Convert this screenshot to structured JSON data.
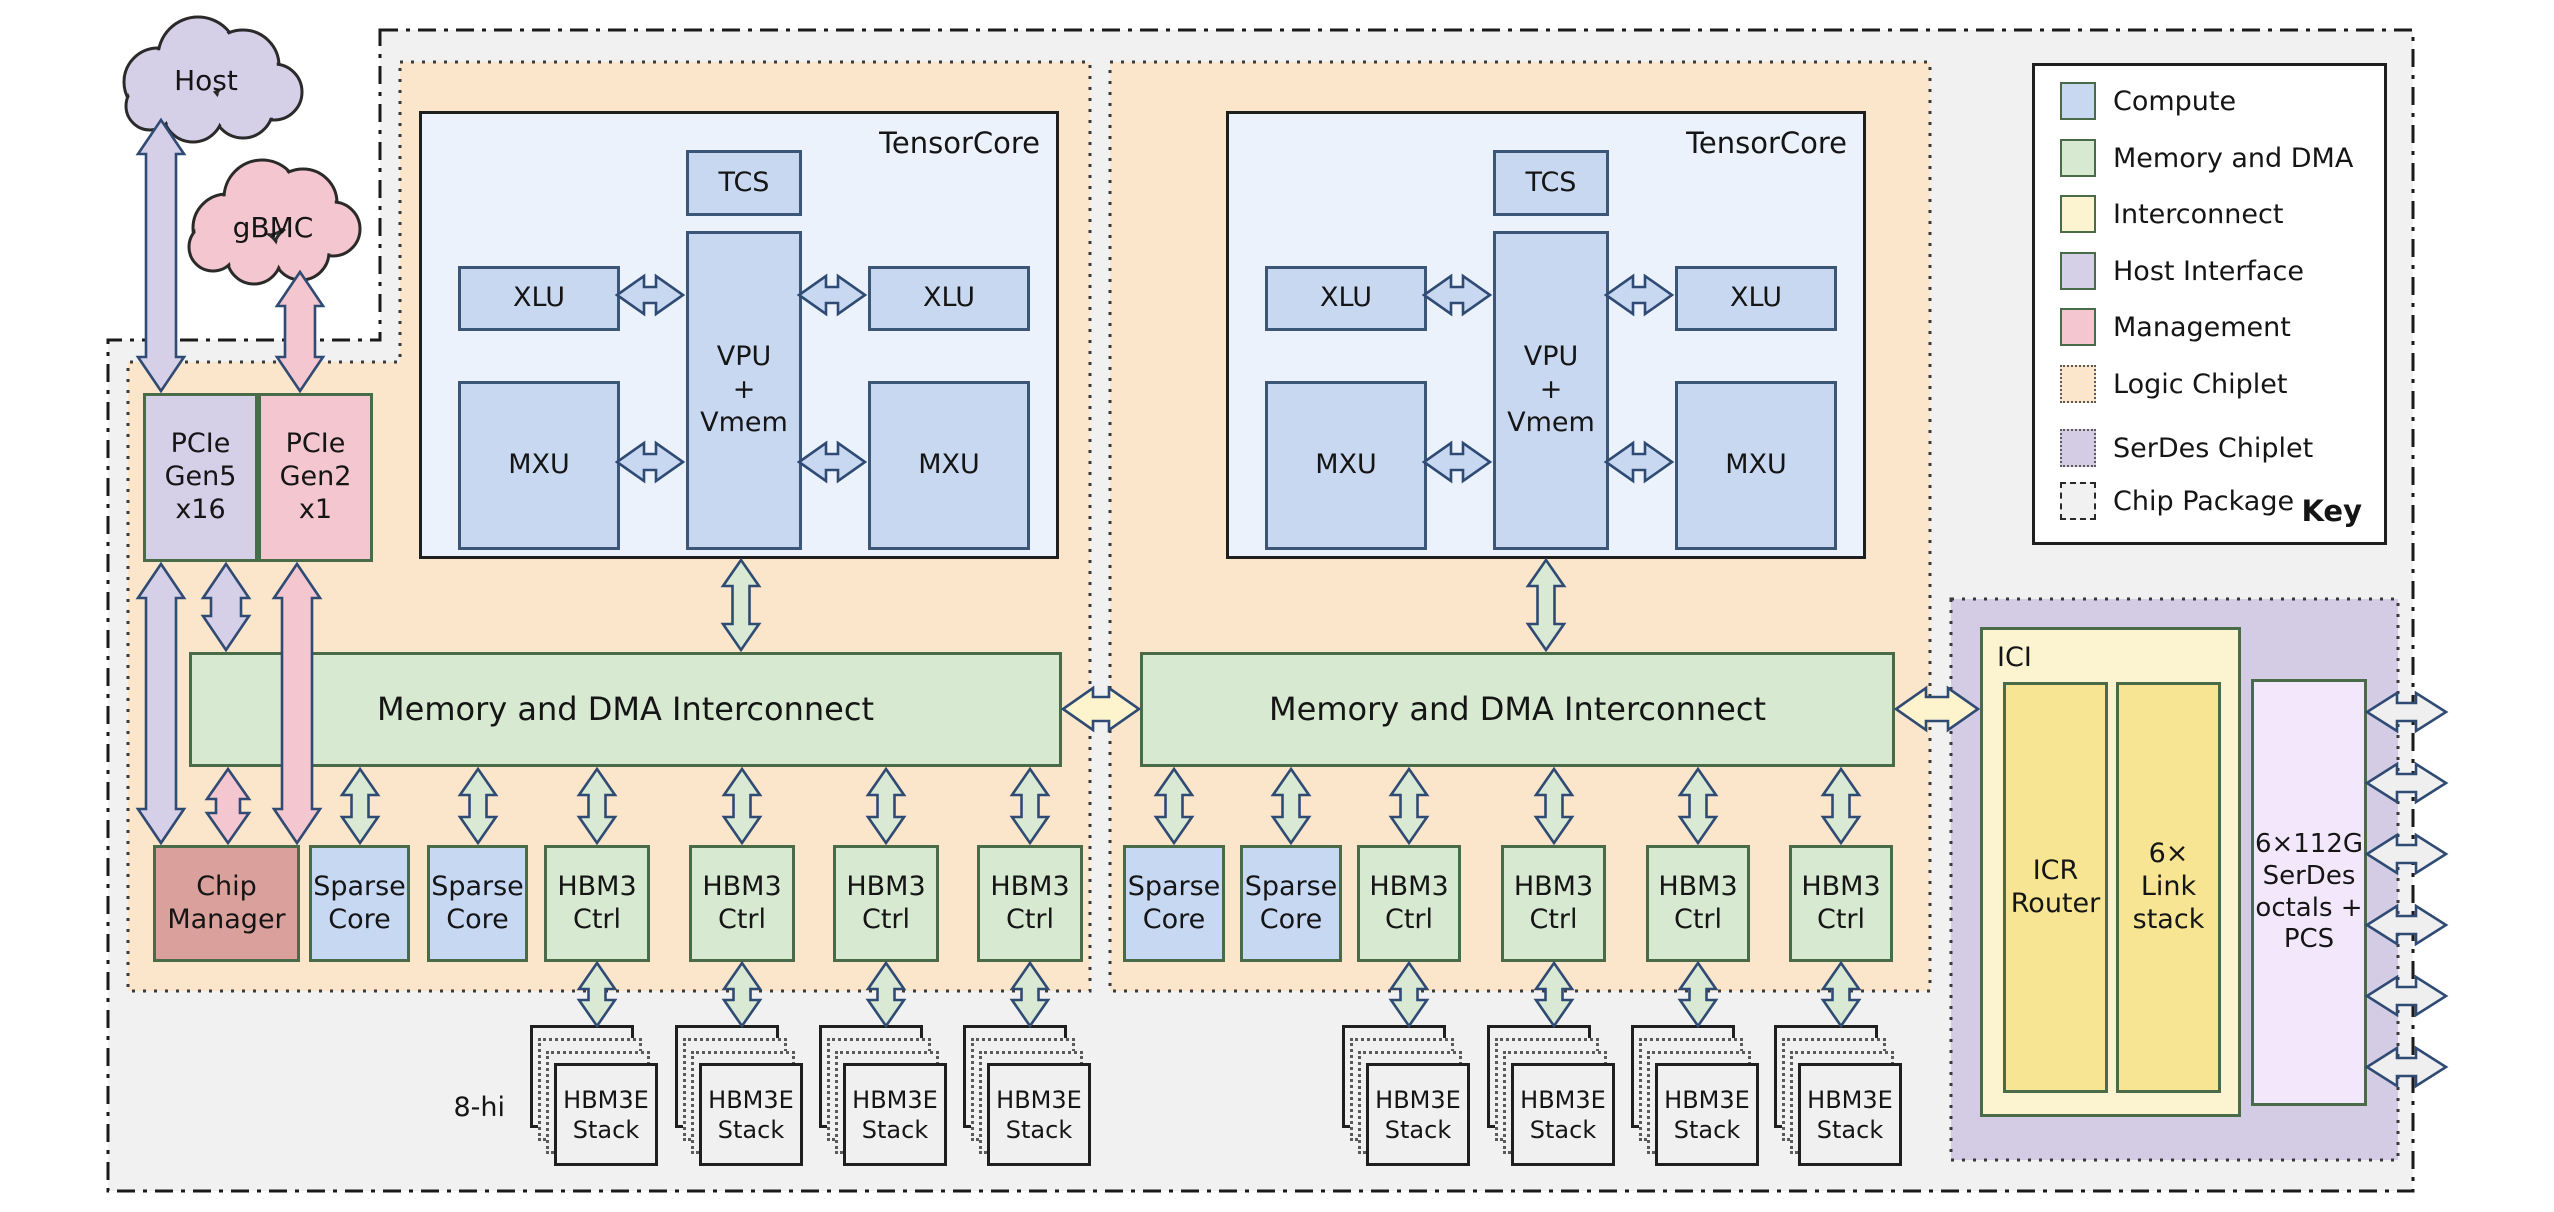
{
  "clouds": {
    "host": "Host",
    "gbmc": "gBMC"
  },
  "labels": {
    "tensorcore": "TensorCore",
    "tcs": "TCS",
    "vpu": "VPU\n+\nVmem",
    "xlu": "XLU",
    "mxu": "MXU",
    "pcie_gen5": "PCIe\nGen5\nx16",
    "pcie_gen2": "PCIe\nGen2\nx1",
    "chip_manager": "Chip\nManager",
    "sparse_core": "Sparse\nCore",
    "hbm3_ctrl": "HBM3\nCtrl",
    "hbm3e_stack": "HBM3E\nStack",
    "stack_height": "8-hi",
    "interconnect": "Memory and DMA Interconnect",
    "ici": "ICI",
    "icr_router": "ICR\nRouter",
    "link_stack": "6×\nLink\nstack",
    "serdes_octals": "6×112G\nSerDes\noctals +\nPCS"
  },
  "legend": {
    "title": "Key",
    "items": [
      {
        "label": "Compute",
        "color": "#c9d8f1",
        "border": "solid"
      },
      {
        "label": "Memory and DMA",
        "color": "#d7e9d1",
        "border": "solid"
      },
      {
        "label": "Interconnect",
        "color": "#fcf3d0",
        "border": "solid"
      },
      {
        "label": "Host Interface",
        "color": "#d6cfe8",
        "border": "solid"
      },
      {
        "label": "Management",
        "color": "#f4c6d0",
        "border": "solid"
      },
      {
        "label": "Logic Chiplet",
        "color": "#fbe5cb",
        "border": "dotted"
      },
      {
        "label": "SerDes Chiplet",
        "color": "#d3cce4",
        "border": "dotted"
      },
      {
        "label": "Chip Package",
        "color": "#f1f1f2",
        "border": "dash-dot"
      }
    ]
  },
  "colors": {
    "chip_package_fill": "#f1f1f2",
    "logic_chiplet_fill": "#fbe5cb",
    "serdes_chiplet_fill": "#d3cce4",
    "chip_manager_fill": "#d9a09c",
    "tensorcore_fill": "#ebf2fc",
    "arrow_outline": "#2f4b74",
    "block_border": "#4a6b47"
  }
}
